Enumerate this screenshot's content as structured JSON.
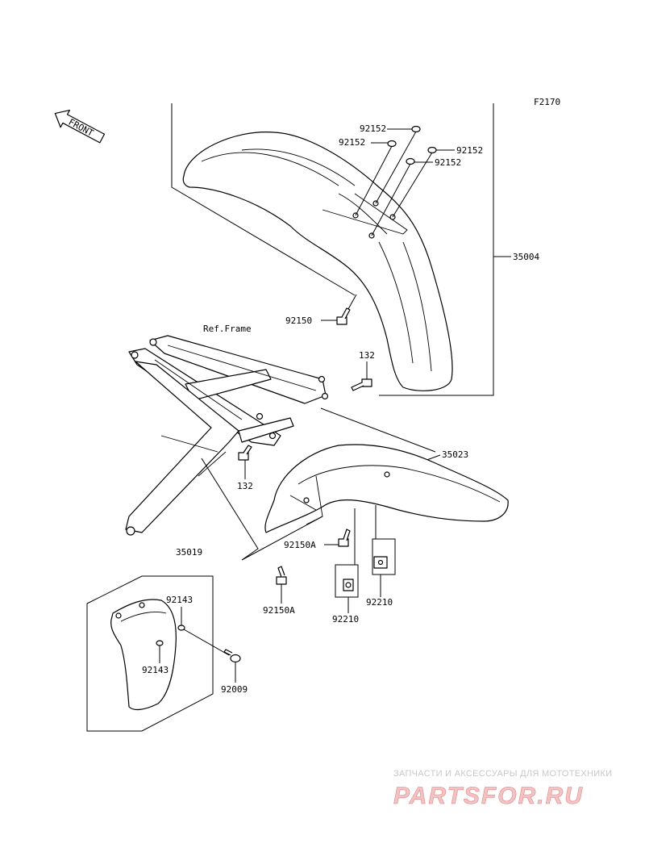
{
  "diagram": {
    "code": "F2170",
    "front_label": "FRONT",
    "ref_frame": "Ref.Frame",
    "parts": {
      "p35004": "35004",
      "p92152_a": "92152",
      "p92152_b": "92152",
      "p92152_c": "92152",
      "p92152_d": "92152",
      "p92150": "92150",
      "p132_a": "132",
      "p132_b": "132",
      "p35023": "35023",
      "p35019": "35019",
      "p92150A_a": "92150A",
      "p92150A_b": "92150A",
      "p92210_a": "92210",
      "p92210_b": "92210",
      "p92143_a": "92143",
      "p92143_b": "92143",
      "p92009": "92009"
    }
  },
  "watermark": {
    "tagline": "ЗАПЧАСТИ И АКСЕССУАРЫ ДЛЯ МОТОТЕХНИКИ",
    "brand": "PARTSFOR.RU"
  }
}
